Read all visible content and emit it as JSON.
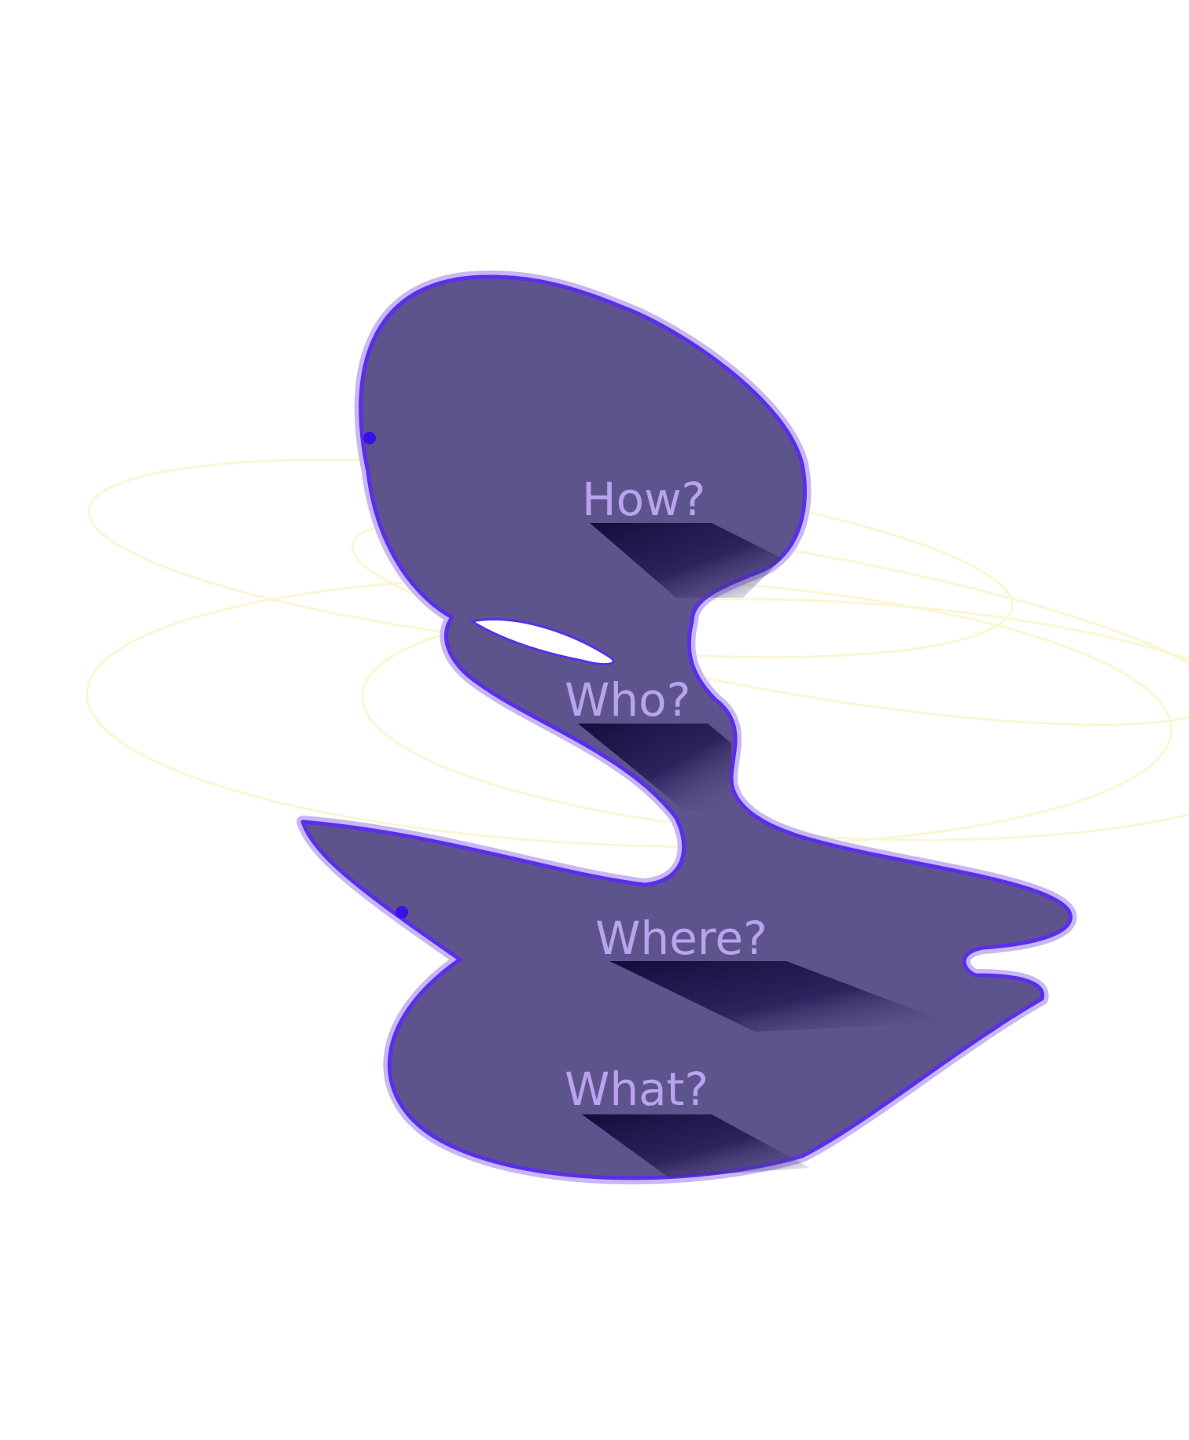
{
  "diagram": {
    "labels": [
      {
        "id": "how",
        "text": "How?"
      },
      {
        "id": "who",
        "text": "Who?"
      },
      {
        "id": "where",
        "text": "Where?"
      },
      {
        "id": "what",
        "text": "What?"
      }
    ],
    "colors": {
      "background": "#ffffff",
      "blob_fill": "#5e548d",
      "blob_outline": "#5b2fe8",
      "blob_halo": "#c7b7f5",
      "label_text": "#b9a2ee",
      "shadow_dark": "#140c3a",
      "orbit_lines": "#fbf6d2"
    }
  }
}
